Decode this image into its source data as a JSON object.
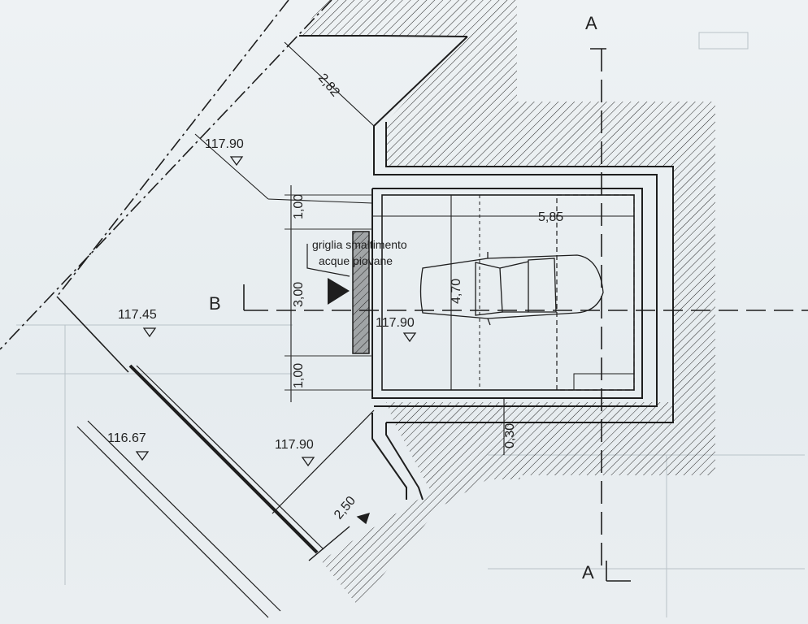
{
  "section_marks": {
    "a": "A",
    "b": "B"
  },
  "elevations": {
    "top_left": "117.90",
    "left": "117.45",
    "center": "117.90",
    "lower_left": "116.67",
    "ramp": "117.90"
  },
  "dimensions": {
    "top_gap": "2,82",
    "upper_band": "1,00",
    "middle_band": "3,00",
    "lower_band": "1,00",
    "garage_width": "5,85",
    "garage_depth": "4,70",
    "wall_offset": "0,30",
    "ramp_width": "2,50"
  },
  "notes": {
    "drain_line1": "griglia smaltimento",
    "drain_line2": "acque piovane"
  },
  "colors": {
    "ink": "#1e1e1e",
    "paper": "#e9eef0",
    "faint": "#b9c3c8"
  }
}
